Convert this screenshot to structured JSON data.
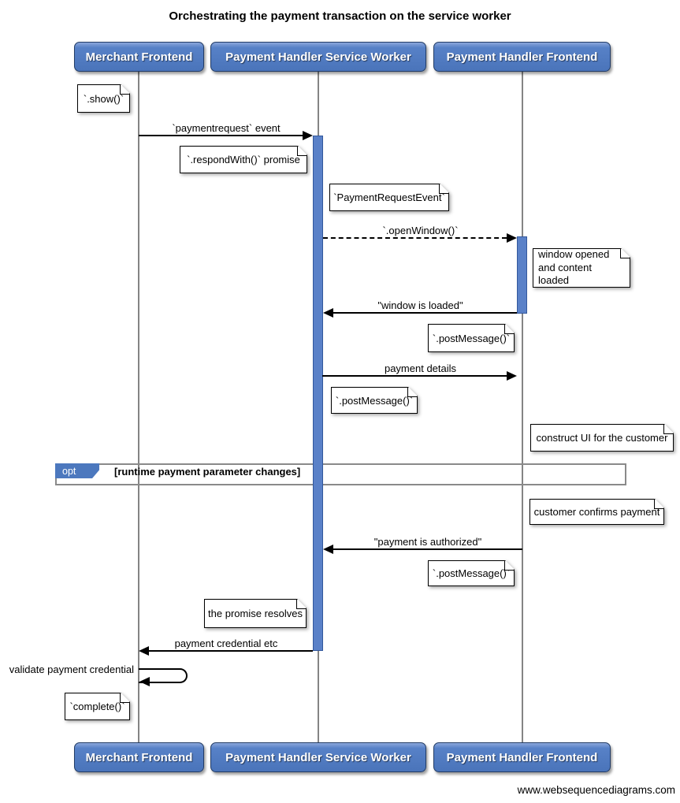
{
  "diagram": {
    "title": "Orchestrating the payment transaction on the service worker",
    "watermark": "www.websequencediagrams.com"
  },
  "colors": {
    "actor_fill": "#4a74ba",
    "actor_border": "#223c66",
    "activation_fill": "#5a81c8",
    "lifeline": "#848484",
    "frame_border": "#8a8a8a",
    "fragment_tab_fill": "#4c78be",
    "note_fill": "#ffffff",
    "arrow": "#000000"
  },
  "actors": [
    {
      "label": "Merchant Frontend"
    },
    {
      "label": "Payment Handler Service Worker"
    },
    {
      "label": "Payment Handler Frontend"
    }
  ],
  "fragment": {
    "operator": "opt",
    "condition": "[runtime payment parameter changes]"
  },
  "messages": [
    {
      "label": "`paymentrequest` event",
      "from": "Merchant Frontend",
      "to": "Payment Handler Service Worker",
      "line": "solid"
    },
    {
      "label": "`.openWindow()`",
      "from": "Payment Handler Service Worker",
      "to": "Payment Handler Frontend",
      "line": "dashed"
    },
    {
      "label": "\"window is loaded\"",
      "from": "Payment Handler Frontend",
      "to": "Payment Handler Service Worker",
      "line": "solid"
    },
    {
      "label": "payment details",
      "from": "Payment Handler Service Worker",
      "to": "Payment Handler Frontend",
      "line": "solid"
    },
    {
      "label": "\"payment is authorized\"",
      "from": "Payment Handler Frontend",
      "to": "Payment Handler Service Worker",
      "line": "solid"
    },
    {
      "label": "payment credential etc",
      "from": "Payment Handler Service Worker",
      "to": "Merchant Frontend",
      "line": "solid"
    },
    {
      "label": "validate payment credential",
      "from": "Merchant Frontend",
      "to": "Merchant Frontend",
      "line": "self"
    }
  ],
  "notes": [
    {
      "text": "`.show()`",
      "position": "left of Merchant Frontend"
    },
    {
      "text": "`.respondWith()` promise",
      "position": "left of Payment Handler Service Worker"
    },
    {
      "text": "`PaymentRequestEvent`",
      "position": "right of Payment Handler Service Worker"
    },
    {
      "text": "window opened and content loaded",
      "position": "right of Payment Handler Frontend"
    },
    {
      "text": "`.postMessage()`",
      "position": "left of Payment Handler Frontend"
    },
    {
      "text": "`.postMessage()`",
      "position": "right of Payment Handler Service Worker"
    },
    {
      "text": "construct UI for the customer",
      "position": "right of Payment Handler Frontend"
    },
    {
      "text": "customer confirms payment",
      "position": "right of Payment Handler Frontend"
    },
    {
      "text": "`.postMessage()`",
      "position": "left of Payment Handler Frontend"
    },
    {
      "text": "the promise resolves",
      "position": "left of Payment Handler Service Worker"
    },
    {
      "text": "`complete()`",
      "position": "left of Merchant Frontend"
    }
  ]
}
